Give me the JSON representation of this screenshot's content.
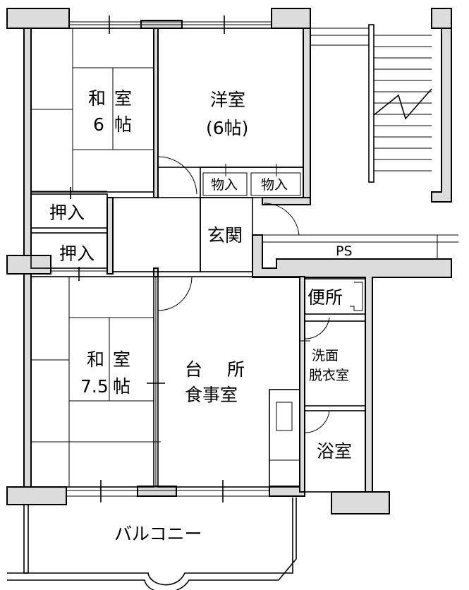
{
  "rooms": {
    "washitsu6": {
      "line1a": "和",
      "line1b": "室",
      "line2a": "6",
      "line2b": "帖"
    },
    "youshitsu": {
      "line1": "洋室",
      "line2": "(6帖)"
    },
    "monoire1": "物入",
    "monoire2": "物入",
    "oshiire1": "押入",
    "oshiire2": "押入",
    "genkan": "玄関",
    "ps": "PS",
    "benjo": "便所",
    "senmen": {
      "line1": "洗面",
      "line2": "脱衣室"
    },
    "washitsu75": {
      "line1a": "和",
      "line1b": "室",
      "line2a": "7.5",
      "line2b": "帖"
    },
    "daidokoro": {
      "line1a": "台",
      "line1b": "所",
      "line2": "食事室"
    },
    "yokushitsu": "浴室",
    "balcony": "バルコニー"
  },
  "colors": {
    "wall": "#dcdcdc",
    "line": "#000000"
  }
}
